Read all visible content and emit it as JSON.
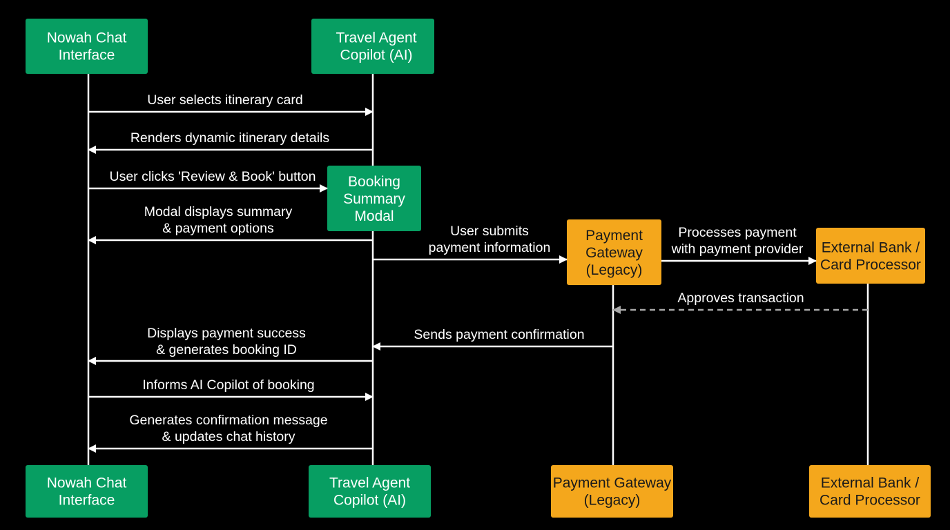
{
  "colors": {
    "background": "#000000",
    "ai_box": "#079e62",
    "legacy_box": "#f4a71c",
    "ai_text": "#ffffff",
    "legacy_text": "#1a1a1a",
    "line": "#ffffff",
    "dashed": "#a8a8a8"
  },
  "participants": {
    "chat": {
      "top_label": [
        "Nowah Chat",
        "Interface"
      ],
      "bottom_label": [
        "Nowah Chat",
        "Interface"
      ]
    },
    "copilot": {
      "top_label": [
        "Travel Agent",
        "Copilot (AI)"
      ],
      "bottom_label": [
        "Travel Agent",
        "Copilot (AI)"
      ]
    },
    "modal": {
      "label": [
        "Booking",
        "Summary",
        "Modal"
      ]
    },
    "gateway": {
      "top_label": [
        "Payment",
        "Gateway",
        "(Legacy)"
      ],
      "bottom_label": [
        "Payment Gateway",
        "(Legacy)"
      ]
    },
    "bank": {
      "top_label": [
        "External Bank /",
        "Card Processor"
      ],
      "bottom_label": [
        "External Bank /",
        "Card Processor"
      ]
    }
  },
  "messages": [
    {
      "from": "chat",
      "to": "copilot",
      "lines": [
        "User selects itinerary card"
      ],
      "style": "solid"
    },
    {
      "from": "copilot",
      "to": "chat",
      "lines": [
        "Renders dynamic itinerary details"
      ],
      "style": "solid"
    },
    {
      "from": "chat",
      "to": "modal",
      "lines": [
        "User clicks 'Review & Book' button"
      ],
      "style": "solid"
    },
    {
      "from": "modal",
      "to": "chat",
      "lines": [
        "Modal displays summary",
        "& payment options"
      ],
      "style": "solid"
    },
    {
      "from": "copilot",
      "to": "gateway",
      "lines": [
        "User submits",
        "payment information"
      ],
      "style": "solid"
    },
    {
      "from": "gateway",
      "to": "bank",
      "lines": [
        "Processes payment",
        "with payment provider"
      ],
      "style": "solid"
    },
    {
      "from": "bank",
      "to": "gateway",
      "lines": [
        "Approves transaction"
      ],
      "style": "dashed"
    },
    {
      "from": "gateway",
      "to": "copilot",
      "lines": [
        "Sends payment confirmation"
      ],
      "style": "solid"
    },
    {
      "from": "copilot",
      "to": "chat",
      "lines": [
        "Displays payment success",
        "& generates booking ID"
      ],
      "style": "solid"
    },
    {
      "from": "chat",
      "to": "copilot",
      "lines": [
        "Informs AI Copilot of booking"
      ],
      "style": "solid"
    },
    {
      "from": "copilot",
      "to": "chat",
      "lines": [
        "Generates confirmation message",
        "& updates chat history"
      ],
      "style": "solid"
    }
  ]
}
